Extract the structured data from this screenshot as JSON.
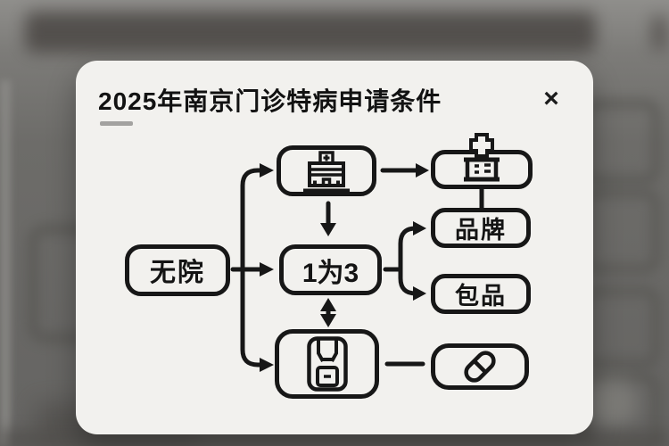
{
  "modal": {
    "title": "2025年南京门诊特病申请条件",
    "close_label": "×"
  },
  "diagram": {
    "nodes": {
      "source": {
        "label": "无院",
        "type": "text"
      },
      "hospital": {
        "icon": "hospital-building-icon",
        "type": "icon"
      },
      "ratio": {
        "label": "1为3",
        "type": "text"
      },
      "records": {
        "icon": "bag-icon",
        "type": "icon"
      },
      "kit": {
        "icon": "medical-kit-icon",
        "type": "icon"
      },
      "brand": {
        "label": "品牌",
        "type": "text"
      },
      "package": {
        "label": "包品",
        "type": "text"
      },
      "pill": {
        "icon": "pill-capsule-icon",
        "type": "icon"
      }
    },
    "connections": [
      "source -> hospital (arrow)",
      "source -> ratio (arrow)",
      "source -> records (arrow)",
      "hospital -> kit (arrow)",
      "hospital -> ratio (down arrow)",
      "ratio <-> records (double arrow)",
      "ratio -> brand (arrow)",
      "ratio -> package (arrow)",
      "kit - brand (plain line)",
      "records - pill (plain line)"
    ]
  },
  "colors": {
    "ink": "#171717",
    "card_bg": "#f2f1ee",
    "backdrop": "#6f6e6b",
    "underline": "#a3a2a0"
  }
}
